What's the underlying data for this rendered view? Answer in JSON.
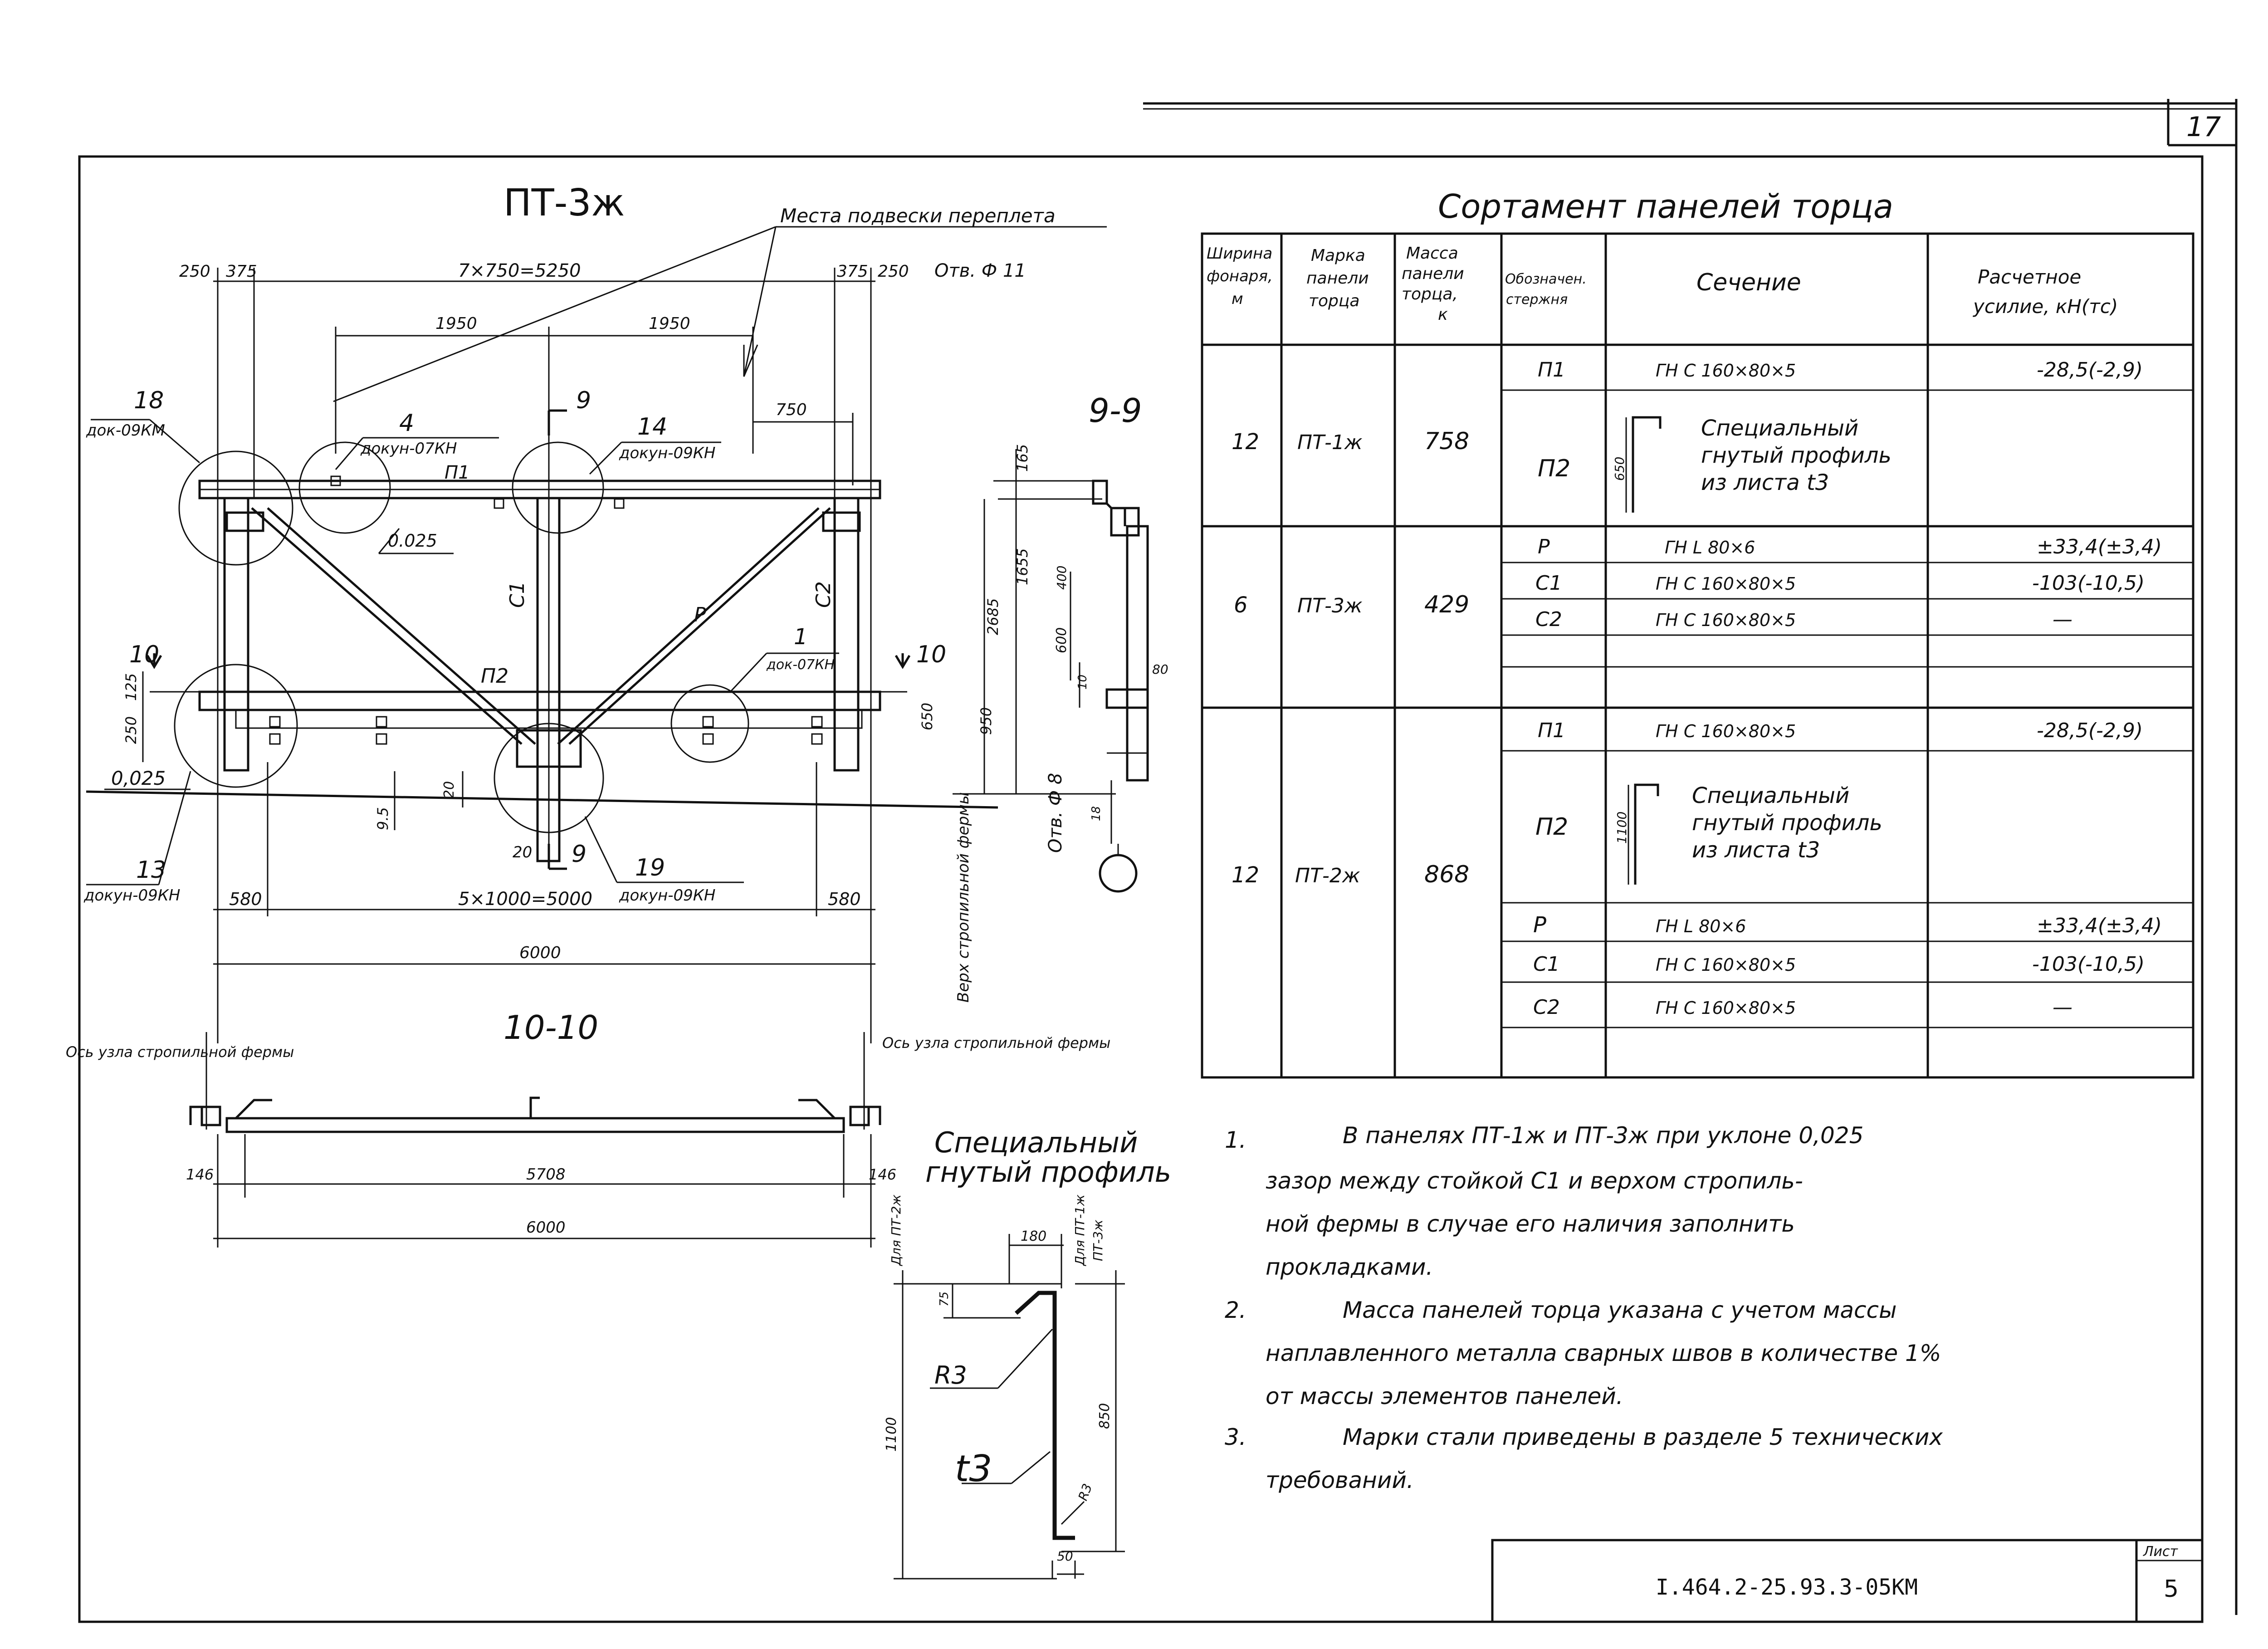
{
  "sheet": {
    "page_number": "17",
    "stamp_label": "Лист",
    "stamp_number": "5",
    "doc_code": "I.464.2-25.93.3-05КМ"
  },
  "drawing": {
    "title": "ПТ-3ж",
    "hanging_note": "Места подвески переплета",
    "hole_note": "Отв. Ф 11",
    "dims_top": [
      "250",
      "375",
      "7×750=5250",
      "375",
      "250",
      "1950",
      "1950",
      "750"
    ],
    "dims_bottom": [
      "580",
      "5×1000=5000",
      "580",
      "6000"
    ],
    "dims_left": [
      "250",
      "125"
    ],
    "dims_inner": [
      "9.5",
      "20",
      "20",
      "9"
    ],
    "slope": "0,025",
    "slope_panel": "0.025",
    "members": [
      "П1",
      "П2",
      "С1",
      "С2",
      "Р",
      "9",
      "9"
    ],
    "callouts": [
      {
        "num": "18",
        "code": "док-09КМ"
      },
      {
        "num": "4",
        "code": "докун-07КН"
      },
      {
        "num": "14",
        "code": "докун-09КН"
      },
      {
        "num": "1",
        "code": "док-07КН"
      },
      {
        "num": "13",
        "code": "докун-09КН"
      },
      {
        "num": "19",
        "code": "докун-09КН"
      }
    ],
    "section_mark_left": "10",
    "section_mark_right": "10"
  },
  "section_99": {
    "title": "9-9",
    "dims": [
      "165",
      "1655",
      "2685",
      "600",
      "400",
      "650",
      "950",
      "80",
      "10",
      "18"
    ],
    "hole": "Отв. Ф 8",
    "truss_top": "Верх стропильной фермы"
  },
  "section_1010": {
    "title": "10-10",
    "left_axis": "Ось узла стропильной фермы",
    "right_axis": "Ось узла стропильной фермы",
    "dims": [
      "146",
      "5708",
      "146",
      "6000"
    ]
  },
  "special_profile": {
    "title_1": "Специальный",
    "title_2": "гнутый профиль",
    "marks_left": [
      "Для ПТ-2ж"
    ],
    "marks_right": [
      "Для ПТ-1ж",
      "ПТ-3ж"
    ],
    "dims": [
      "180",
      "75",
      "1100",
      "850",
      "50"
    ],
    "radius_1": "R3",
    "radius_2": "R3",
    "thickness": "t3"
  },
  "table": {
    "title": "Сортамент панелей торца",
    "headers": [
      "Ширина фонаря, м",
      "Марка панели торца",
      "Масса панели торца, к",
      "Обозначен. стержня",
      "Сечение",
      "Расчетное усилие, кН(тс)"
    ],
    "groups": [
      {
        "width": "12",
        "mark": "ПТ-1ж",
        "mass": "758",
        "rows": [
          {
            "code": "П1",
            "section": "ГН С 160×80×5",
            "force": "-28,5(-2,9)"
          },
          {
            "code": "П2",
            "section": "Специальный гнутый профиль из листа t3",
            "dim": "650",
            "force": ""
          }
        ]
      },
      {
        "width": "6",
        "mark": "ПТ-3ж",
        "mass": "429",
        "rows": [
          {
            "code": "Р",
            "section": "ГН L 80×6",
            "force": "±33,4(±3,4)"
          },
          {
            "code": "С1",
            "section": "ГН С 160×80×5",
            "force": "-103(-10,5)"
          },
          {
            "code": "С2",
            "section": "ГН С 160×80×5",
            "force": "—"
          },
          {
            "code": "",
            "section": "",
            "force": ""
          }
        ]
      },
      {
        "width": "12",
        "mark": "ПТ-2ж",
        "mass": "868",
        "rows": [
          {
            "code": "П1",
            "section": "ГН С 160×80×5",
            "force": "-28,5(-2,9)"
          },
          {
            "code": "П2",
            "section": "Специальный гнутый профиль из листа t3",
            "dim": "1100",
            "force": ""
          },
          {
            "code": "Р",
            "section": "ГН L 80×6",
            "force": "±33,4(±3,4)"
          },
          {
            "code": "С1",
            "section": "ГН С 160×80×5",
            "force": "-103(-10,5)"
          },
          {
            "code": "С2",
            "section": "ГН С 160×80×5",
            "force": "—"
          },
          {
            "code": "",
            "section": "",
            "force": ""
          }
        ]
      }
    ]
  },
  "notes": [
    {
      "num": "1.",
      "lines": [
        "В панелях ПТ-1ж и ПТ-3ж при уклоне 0,025",
        "зазор между стойкой С1 и верхом стропиль-",
        "ной фермы в случае его наличия заполнить",
        "прокладками."
      ]
    },
    {
      "num": "2.",
      "lines": [
        "Масса панелей торца указана с учетом массы",
        "наплавленного металла сварных швов в количестве 1%",
        "от массы элементов панелей."
      ]
    },
    {
      "num": "3.",
      "lines": [
        "Марки стали приведены в разделе 5 технических",
        "требований."
      ]
    }
  ]
}
